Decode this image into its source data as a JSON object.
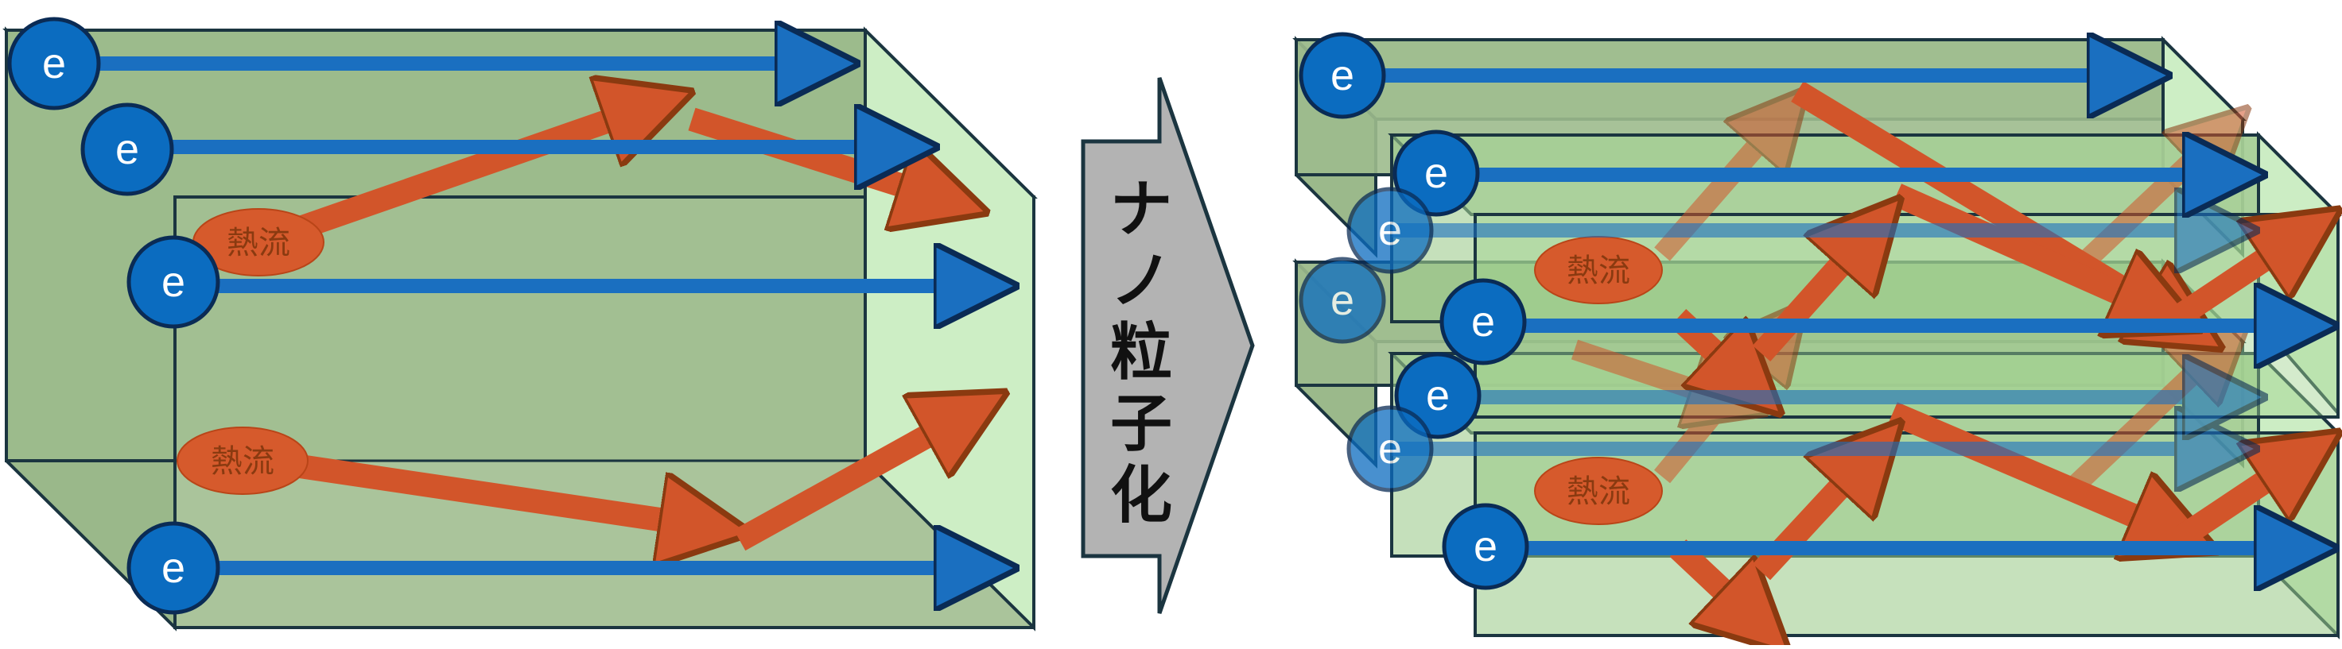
{
  "electron_label": "e",
  "heat_flow_label": "熱流",
  "process_arrow": {
    "chars": [
      "ナ",
      "ノ",
      "粒",
      "子",
      "化"
    ]
  },
  "colors": {
    "electron_fill": "#0b6cc0",
    "electron_arrow": "#1a6fc0",
    "heat_arrow": "#d2552a",
    "heat_ellipse": "#d65a2c",
    "bulk_front": "#a3bf92",
    "bulk_side": "#cdeec5",
    "block_edge": "#1b3540",
    "process_arrow_fill": "#b3b3b3"
  }
}
